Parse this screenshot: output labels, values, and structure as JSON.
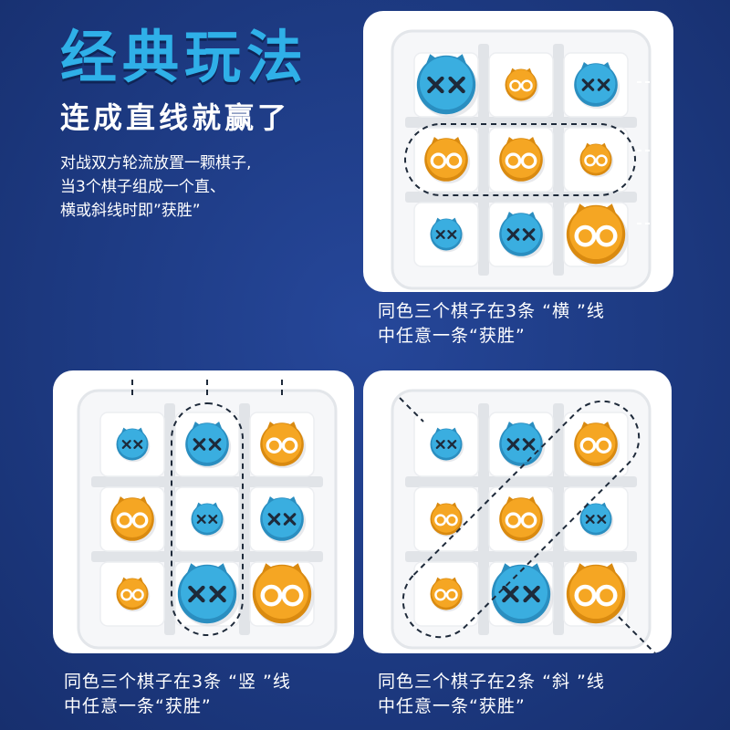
{
  "header": {
    "title": "经典玩法",
    "subtitle": "连成直线就赢了",
    "desc_lines": [
      "对战双方轮流放置一颗棋子,",
      "当3个棋子组成一个直、",
      "横或斜线时即”获胜”"
    ]
  },
  "panels": [
    {
      "id": "horizontal",
      "caption_lines": [
        "同色三个棋子在3条 “横 ”线",
        "中任意一条“获胜”"
      ]
    },
    {
      "id": "vertical",
      "caption_lines": [
        "同色三个棋子在3条 “竖 ”线",
        "中任意一条“获胜”"
      ]
    },
    {
      "id": "diagonal",
      "caption_lines": [
        "同色三个棋子在2条 “斜 ”线",
        "中任意一条“获胜”"
      ]
    }
  ],
  "boards": {
    "horizontal": [
      [
        "blue-big",
        "orange-small",
        "blue-mid"
      ],
      [
        "orange-mid",
        "orange-mid",
        "orange-small"
      ],
      [
        "blue-small",
        "blue-mid",
        "orange-big"
      ]
    ],
    "vertical": [
      [
        "blue-small",
        "blue-mid",
        "orange-mid"
      ],
      [
        "orange-mid",
        "blue-small",
        "blue-mid"
      ],
      [
        "orange-small",
        "blue-big",
        "orange-big"
      ]
    ],
    "diagonal": [
      [
        "blue-small",
        "blue-mid",
        "orange-mid"
      ],
      [
        "orange-small",
        "orange-mid",
        "blue-small"
      ],
      [
        "orange-small",
        "blue-big",
        "orange-big"
      ]
    ]
  },
  "colors": {
    "background": "#1d3a82",
    "title": "#2fb0e8",
    "blue_piece": "#3aaee0",
    "orange_piece": "#f5a623",
    "face_dark": "#1e2a3a",
    "face_light": "#ffffff"
  }
}
